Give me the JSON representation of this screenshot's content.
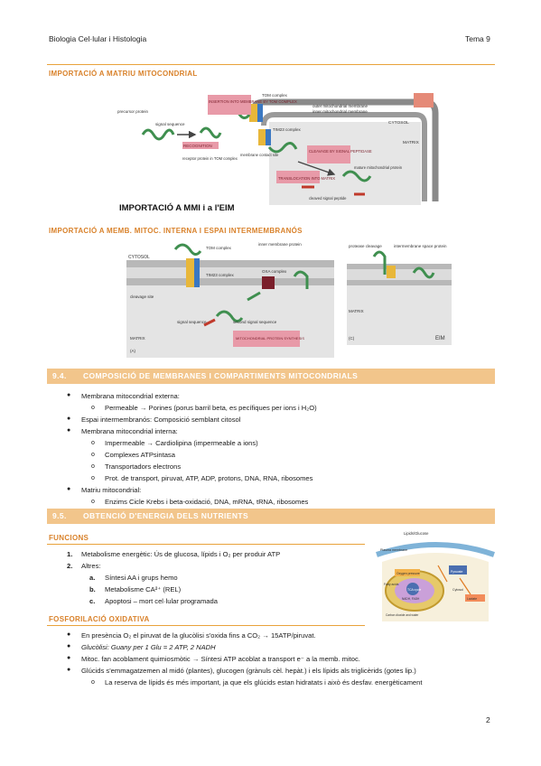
{
  "header": {
    "left": "Biologia Cel·lular i Histologia",
    "right": "Tema 9"
  },
  "sections": {
    "import_matrix": "IMPORTACIÓ A MATRIU MITOCONDRIAL",
    "import_membrane": "IMPORTACIÓ A MEMB. MITOC. INTERNA I ESPAI INTERMEMBRANÓS",
    "s94": {
      "num": "9.4.",
      "title": "COMPOSICIÓ DE MEMBRANES I COMPARTIMENTS MITOCONDRIALS"
    },
    "s95": {
      "num": "9.5.",
      "title": "OBTENCIÓ D'ENERGIA DELS NUTRIENTS"
    },
    "funcions": "FUNCIONS",
    "fosforilacio": "FOSFORILACIÓ OXIDATIVA"
  },
  "figure1": {
    "labels": {
      "precursor": "precursor protein",
      "signal": "signal sequence",
      "recognition": "RECOGNITION",
      "receptor": "receptor protein in TOM complex",
      "insertion": "INSERTION INTO MEMBRANE BY TOM COMPLEX",
      "tom": "TOM complex",
      "outer": "outer mitochondrial membrane",
      "inner": "inner mitochondrial membrane",
      "cytosol": "CYTOSOL",
      "matrix": "MATRIX",
      "tim23": "TIM23 complex",
      "contact": "membrane contact site",
      "translocation": "TRANSLOCATION INTO MATRIX",
      "cleavage": "CLEAVAGE BY SIGNAL PEPTIDASE",
      "mature": "mature mitochondrial protein",
      "cleaved": "cleaved signal peptide",
      "caption": "IMPORTACIÓ A MMI i a l'EIM"
    }
  },
  "figure2": {
    "labels": {
      "cytosol": "CYTOSOL",
      "tom": "TOM complex",
      "tim23": "TIM23 complex",
      "inner_protein": "inner membrane protein",
      "oxa": "OXA complex",
      "cleavage_site": "cleavage site",
      "signal": "signal sequence",
      "second": "second signal sequence",
      "matrix": "MATRIX",
      "synthesis": "MITOCHONDRIAL PROTEIN SYNTHESIS",
      "a": "(A)",
      "protease": "protease cleavage",
      "ims_protein": "intermembrane space protein",
      "matrix_c": "MATRIX",
      "c": "(C)",
      "eim": "EIM"
    }
  },
  "composition": [
    {
      "level": 1,
      "text": "Membrana mitocondrial externa:"
    },
    {
      "level": 2,
      "text": "Permeable → Porines (porus barril beta, es pecífiques per ions i H₂O)"
    },
    {
      "level": 1,
      "text": "Espai intermembranós: Composició semblant citosol"
    },
    {
      "level": 1,
      "text": "Membrana mitocondrial interna:"
    },
    {
      "level": 2,
      "text": "Impermeable → Cardiolipina (impermeable a ions)"
    },
    {
      "level": 2,
      "text": "Complexes ATPsintasa"
    },
    {
      "level": 2,
      "text": "Transportadors electrons"
    },
    {
      "level": 2,
      "text": "Prot. de transport, piruvat, ATP, ADP, protons, DNA, RNA, ribosomes"
    },
    {
      "level": 1,
      "text": "Matriu mitocondrial:"
    },
    {
      "level": 2,
      "text": "Enzims Cicle Krebs i beta-oxidació, DNA, mRNA, tRNA, ribosomes"
    }
  ],
  "funcions": [
    {
      "marker": "1.",
      "text": "Metabolisme energètic: Ús de glucosa, lípids i O₂ per produir ATP"
    },
    {
      "marker": "2.",
      "text": "Altres:"
    },
    {
      "marker": "a.",
      "text": "Síntesi AA i grups hemo"
    },
    {
      "marker": "b.",
      "text": "Metabolisme CA²⁺ (REL)"
    },
    {
      "marker": "c.",
      "text": "Apoptosi – mort cel·lular programada"
    }
  ],
  "fosforilacio": [
    {
      "level": 1,
      "italic": false,
      "text": "En presència O₂ el piruvat de la glucòlisi s'oxida fins a CO₂ → 15ATP/piruvat."
    },
    {
      "level": 1,
      "italic": true,
      "text": "Glucòlisi: Guany per 1 Glu = 2 ATP, 2 NADH"
    },
    {
      "level": 1,
      "italic": false,
      "text": "Mitoc. fan acoblament quimiosmòtic → Síntesi ATP acoblat a transport e⁻ a la memb. mitoc."
    },
    {
      "level": 1,
      "italic": false,
      "text": "Glúcids s'emmagatzemen al midó (plantes), glucogen (grànuls cèl. hepàt.) i els lípids als triglicèrids (gotes lip.)"
    },
    {
      "level": 2,
      "italic": false,
      "text": "La reserva de lípids és més important, ja que els glúcids estan hidratats i això és desfav. energèticament"
    }
  ],
  "figure3": {
    "labels": {
      "lipids": "Lipids/Glucose",
      "membrane": "Plasma membrane",
      "oxygen": "Oxygen pressure",
      "pyruvate": "Pyruvate",
      "fatty": "Fatty acids",
      "tca": "TCA cycle",
      "nadh": "NADH, FADH",
      "co2": "Carbon dioxide and water",
      "cytosol": "Cytosol",
      "lactate": "Lactate"
    }
  },
  "page_number": "2",
  "colors": {
    "accent": "#e9a23b",
    "bar": "#f2c58b",
    "heading": "#d9822b",
    "pink": "#e89aa8",
    "green": "#3f8f4f"
  }
}
